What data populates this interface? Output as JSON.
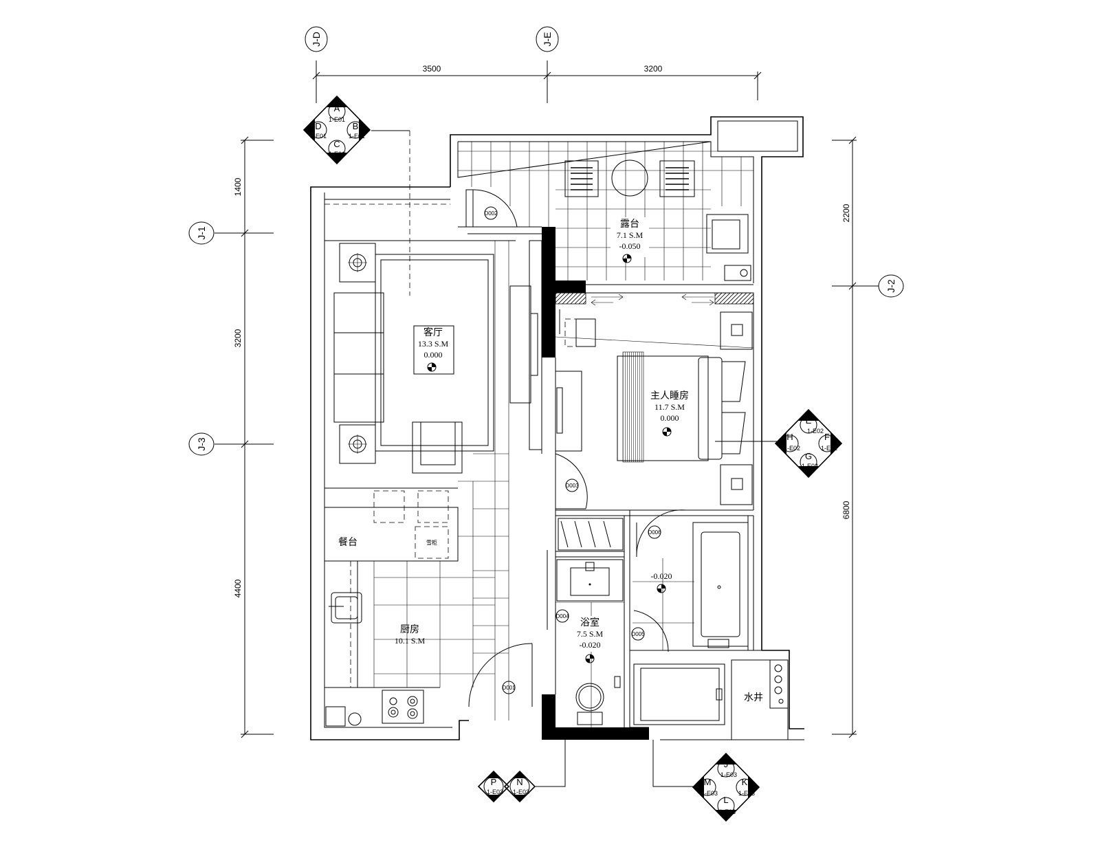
{
  "grid_top": [
    {
      "label": "J-D"
    },
    {
      "label": "J-E"
    }
  ],
  "grid_left": [
    {
      "label": "J-1"
    },
    {
      "label": "J-3"
    }
  ],
  "grid_right": [
    {
      "label": "J-2"
    }
  ],
  "dims_top": [
    "3500",
    "3200"
  ],
  "dims_left": [
    "1400",
    "3200",
    "4400"
  ],
  "dims_right": [
    "2200",
    "6800"
  ],
  "rooms": {
    "balcony": {
      "name": "露台",
      "area": "7.1 S.M",
      "level": "-0.050"
    },
    "living": {
      "name": "客厅",
      "area": "13.3 S.M",
      "level": "0.000"
    },
    "master": {
      "name": "主人睡房",
      "area": "11.7 S.M",
      "level": "0.000"
    },
    "dining": {
      "name": "餐台"
    },
    "kitchen": {
      "name": "厨房",
      "area": "10.1 S.M"
    },
    "bath": {
      "name": "浴室",
      "area": "7.5 S.M",
      "level": "-0.020"
    },
    "bath_level_2": "-0.020",
    "well": {
      "name": "水井"
    },
    "fridge": "雪柜"
  },
  "doors": [
    "D002",
    "D003",
    "D004",
    "D005",
    "D001",
    "D006"
  ],
  "elevation_symbols": [
    {
      "id": "sym-abcd",
      "top": "A",
      "right": "B",
      "bottom": "C",
      "left": "D",
      "ref": "1-E01"
    },
    {
      "id": "sym-efgh",
      "top": "E",
      "right": "F",
      "bottom": "G",
      "left": "H",
      "ref": "1-E02"
    },
    {
      "id": "sym-jklm",
      "top": "J",
      "right": "K",
      "bottom": "L",
      "left": "M",
      "ref": "1-E03"
    }
  ],
  "section_markers": [
    {
      "letter": "P",
      "ref": "1-E03"
    },
    {
      "letter": "N",
      "ref": "1-E03"
    }
  ]
}
